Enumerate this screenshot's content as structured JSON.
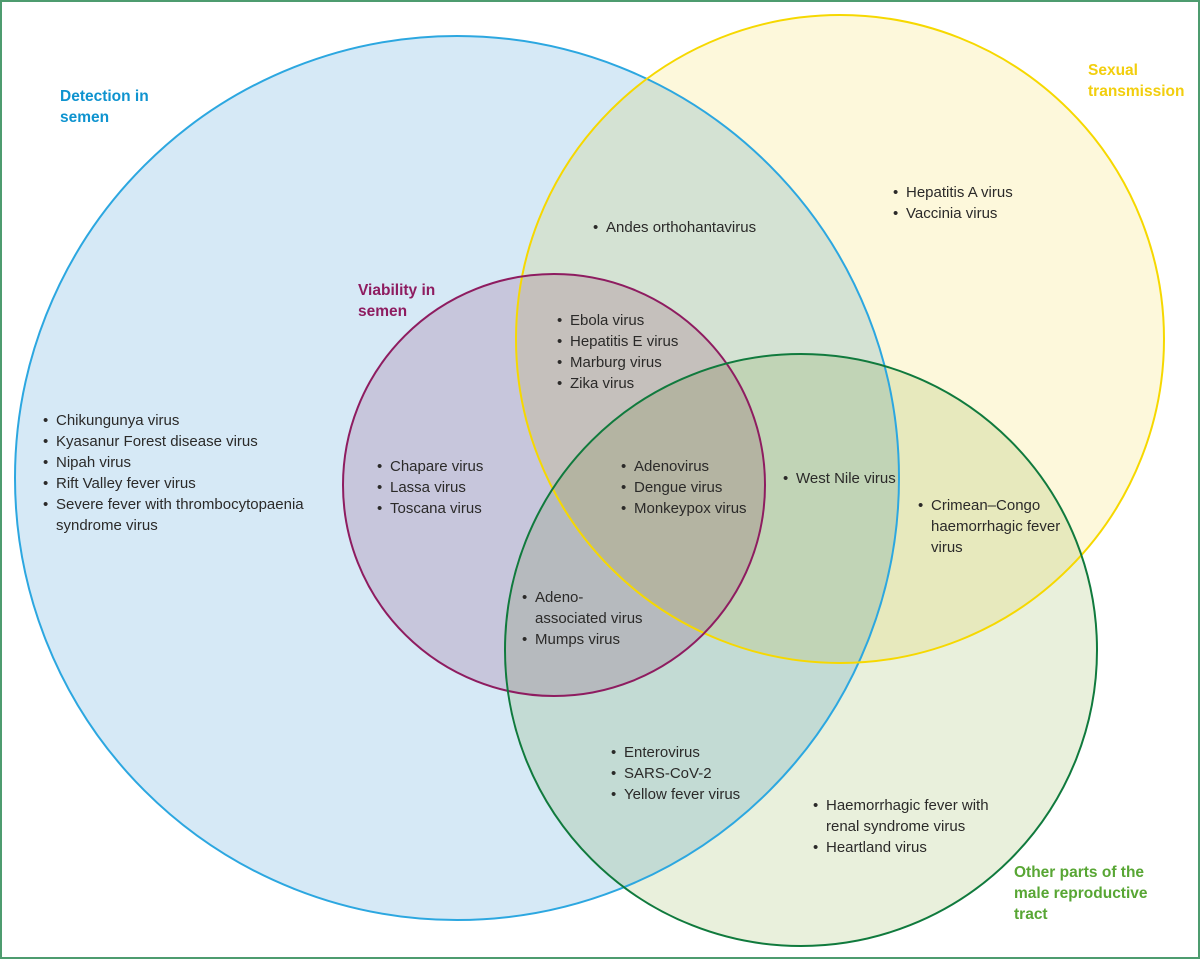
{
  "figure": {
    "type": "venn-diagram",
    "subject": "Viruses by detection in semen, viability in semen, sexual transmission, and presence in other parts of the male reproductive tract",
    "border_color": "#4E9C6F",
    "text_color": "#2B2A29",
    "background": "#FFFFFF"
  },
  "sets": [
    {
      "id": "detection",
      "label": "Detection in semen",
      "label_color": "#0E93CF",
      "stroke": "#2CA7E0",
      "fill": "#D6E9F6"
    },
    {
      "id": "sexual",
      "label": "Sexual transmission",
      "label_color": "#F2CE0D",
      "stroke": "#F6D800",
      "fill": "#FDF8DB"
    },
    {
      "id": "viability",
      "label": "Viability in semen",
      "label_color": "#8E1C60",
      "stroke": "#8E1C60",
      "fill": "#EDD9E4"
    },
    {
      "id": "tract",
      "label": "Other parts of the male reproductive tract",
      "label_color": "#58A634",
      "stroke": "#107A3D",
      "fill": "#E9F0DC"
    }
  ],
  "regions": [
    {
      "id": "detection-only",
      "in_sets": [
        "detection"
      ],
      "items": [
        "Chikungunya virus",
        "Kyasanur Forest disease virus",
        "Nipah virus",
        "Rift Valley fever virus",
        "Severe fever with thrombocytopaenia syndrome virus"
      ]
    },
    {
      "id": "detection-sexual",
      "in_sets": [
        "detection",
        "sexual"
      ],
      "items": [
        "Andes orthohantavirus"
      ]
    },
    {
      "id": "sexual-only",
      "in_sets": [
        "sexual"
      ],
      "items": [
        "Hepatitis A virus",
        "Vaccinia virus"
      ]
    },
    {
      "id": "detection-sexual-viability",
      "in_sets": [
        "detection",
        "sexual",
        "viability"
      ],
      "items": [
        "Ebola virus",
        "Hepatitis E virus",
        "Marburg virus",
        "Zika virus"
      ]
    },
    {
      "id": "detection-viability",
      "in_sets": [
        "detection",
        "viability"
      ],
      "items": [
        "Chapare virus",
        "Lassa virus",
        "Toscana virus"
      ]
    },
    {
      "id": "all-four",
      "in_sets": [
        "detection",
        "sexual",
        "viability",
        "tract"
      ],
      "items": [
        "Adenovirus",
        "Dengue virus",
        "Monkeypox virus"
      ]
    },
    {
      "id": "detection-sexual-tract",
      "in_sets": [
        "detection",
        "sexual",
        "tract"
      ],
      "items": [
        "West Nile virus"
      ]
    },
    {
      "id": "sexual-tract",
      "in_sets": [
        "sexual",
        "tract"
      ],
      "items": [
        "Crimean–Congo haemorrhagic fever virus"
      ]
    },
    {
      "id": "detection-viability-tract",
      "in_sets": [
        "detection",
        "viability",
        "tract"
      ],
      "items": [
        "Adeno-associated virus",
        "Mumps virus"
      ]
    },
    {
      "id": "detection-tract",
      "in_sets": [
        "detection",
        "tract"
      ],
      "items": [
        "Enterovirus",
        "SARS-CoV-2",
        "Yellow fever virus"
      ]
    },
    {
      "id": "tract-only",
      "in_sets": [
        "tract"
      ],
      "items": [
        "Haemorrhagic fever with renal syndrome virus",
        "Heartland virus"
      ]
    }
  ]
}
